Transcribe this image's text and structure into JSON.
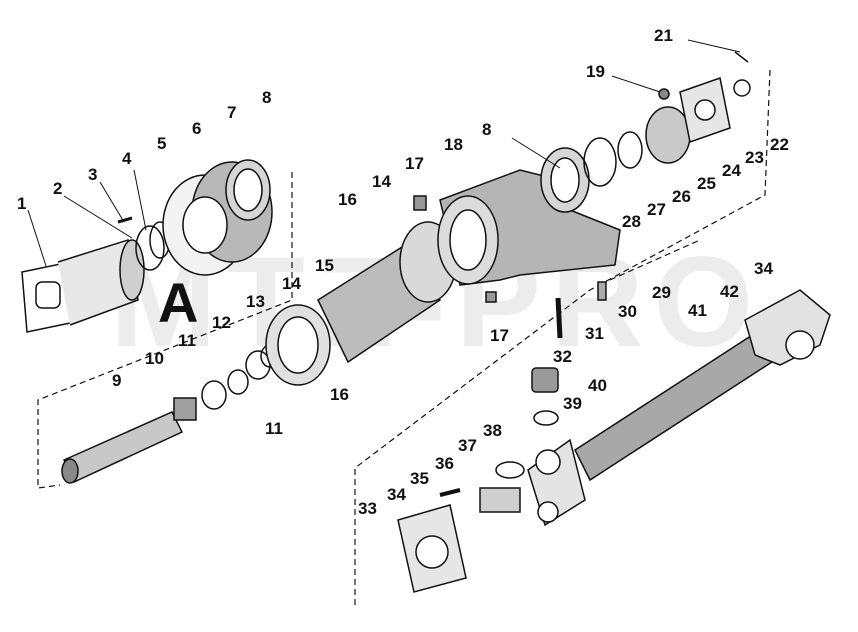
{
  "watermark": "MTZ-PRO",
  "view_letter": "A",
  "callouts": [
    "1",
    "2",
    "3",
    "4",
    "5",
    "6",
    "7",
    "8",
    "8",
    "9",
    "10",
    "11",
    "11",
    "12",
    "13",
    "14",
    "14",
    "15",
    "16",
    "16",
    "17",
    "17",
    "18",
    "19",
    "21",
    "22",
    "23",
    "24",
    "25",
    "26",
    "27",
    "28",
    "29",
    "30",
    "31",
    "32",
    "33",
    "34",
    "34",
    "35",
    "36",
    "37",
    "38",
    "39",
    "40",
    "41",
    "42"
  ],
  "colors": {
    "ink": "#111111",
    "shade": "#9a9a9a",
    "paper": "#ffffff"
  }
}
